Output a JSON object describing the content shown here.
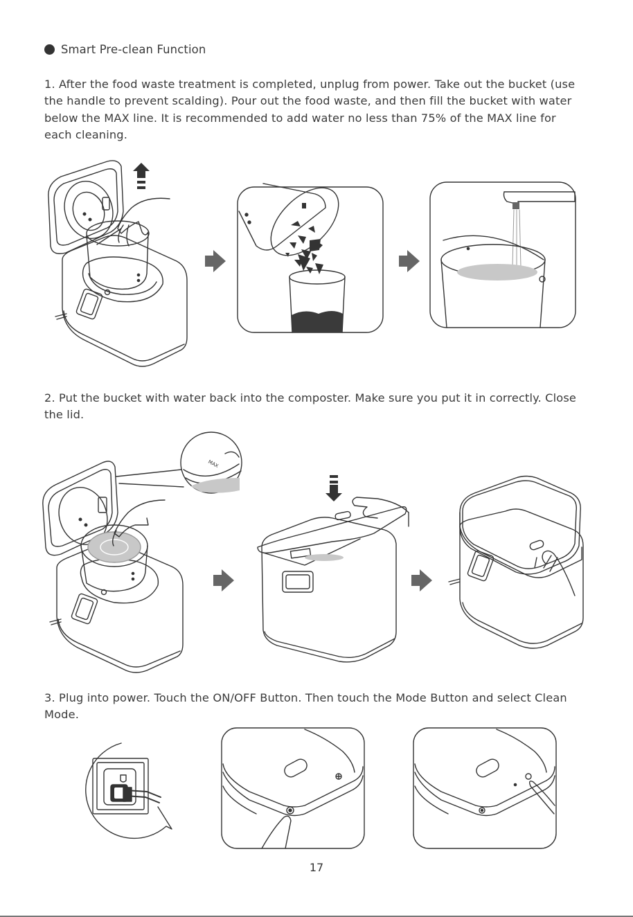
{
  "section": {
    "title": "Smart Pre-clean Function"
  },
  "steps": [
    {
      "text": "1. After the food waste treatment is completed, unplug from power. Take out the bucket (use the handle to prevent scalding). Pour out the food waste, and then fill the bucket with water below the MAX line. It is recommended to add water no less than 75% of the MAX line for each cleaning."
    },
    {
      "text": "2. Put the bucket with water back into the composter. Make sure you put it in correctly. Close the lid."
    },
    {
      "text": "3. Plug into power. Touch the ON/OFF Button. Then touch the Mode Button and select Clean Mode."
    }
  ],
  "illustrations": {
    "max_label": "MAX",
    "icons": [
      "arrow-up-icon",
      "arrow-right-icon",
      "arrow-down-icon"
    ],
    "colors": {
      "line": "#333333",
      "arrow": "#666666",
      "water": "#c8c8c8",
      "waste": "#3a3a3a"
    }
  },
  "footer": {
    "page_number": "17"
  }
}
